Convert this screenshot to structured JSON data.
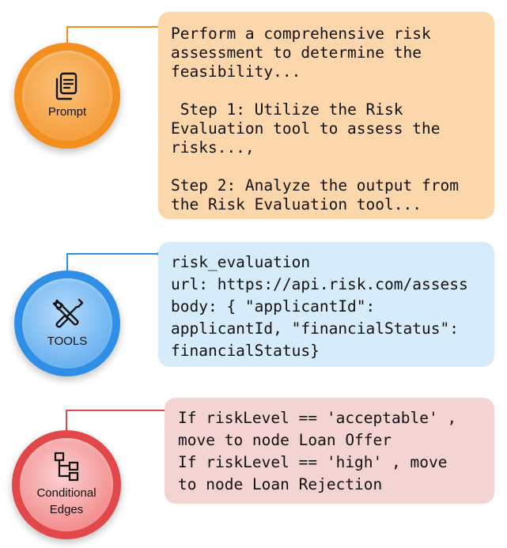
{
  "nodes": {
    "prompt": {
      "label": "Prompt",
      "icon": "document-icon",
      "color": "#f28f1e",
      "text_lines": [
        "Perform a comprehensive risk",
        "assessment to determine the",
        "feasibility...",
        " Step 1: Utilize the Risk",
        "Evaluation tool to assess the",
        "risks...,",
        "Step 2: Analyze the output from",
        "the Risk Evaluation tool..."
      ]
    },
    "tools": {
      "label": "TOOLS",
      "icon": "wrench-screwdriver-icon",
      "color": "#2f8fe6",
      "text_lines": [
        "risk_evaluation",
        "url: https://api.risk.com/assess",
        "body: { \"applicantId\":",
        "applicantId, \"financialStatus\":",
        "financialStatus}"
      ]
    },
    "edges": {
      "label_line1": "Conditional",
      "label_line2": "Edges",
      "icon": "hierarchy-icon",
      "color": "#e2474a",
      "text_lines": [
        "If riskLevel == 'acceptable' ,",
        "move to node Loan Offer",
        "If riskLevel == 'high' , move",
        "to node Loan Rejection"
      ]
    }
  }
}
